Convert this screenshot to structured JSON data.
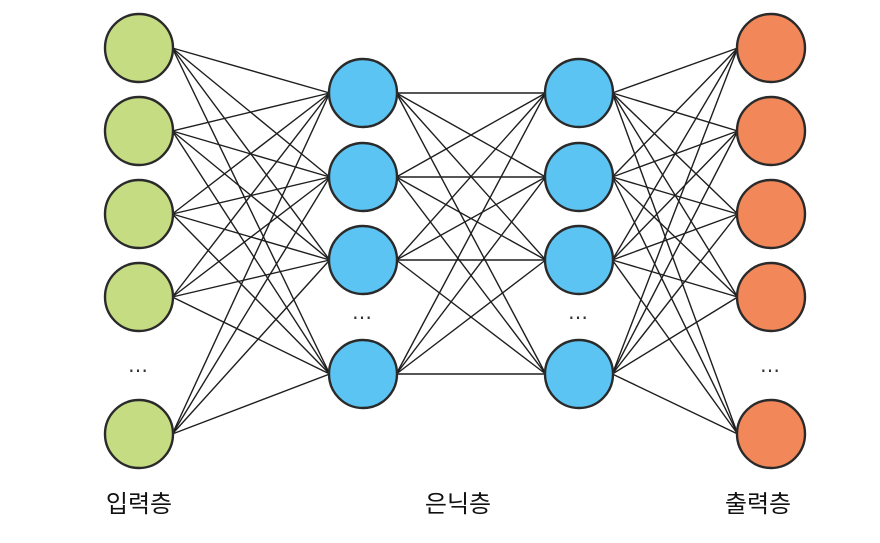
{
  "diagram": {
    "ellipsis": "…",
    "colors": {
      "input": "#c5dc83",
      "hidden": "#5cc4f2",
      "output": "#f2875a",
      "edge": "#1e1e1e",
      "outline": "#2a2a2a"
    },
    "layers": [
      {
        "label": "입력층",
        "role": "input"
      },
      {
        "label": "은닉층",
        "role": "hidden"
      },
      {
        "label": "출력층",
        "role": "output"
      }
    ]
  }
}
